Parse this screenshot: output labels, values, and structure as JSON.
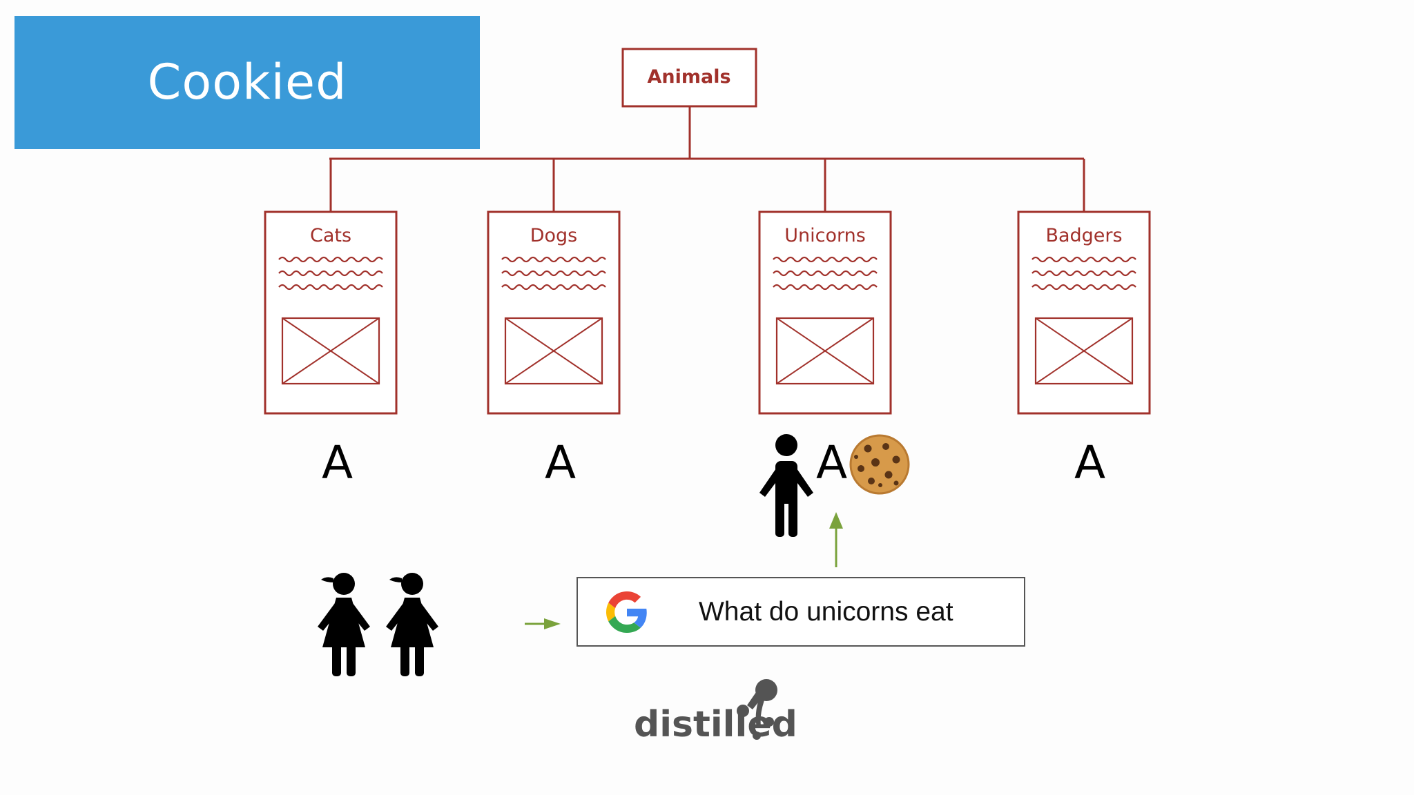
{
  "title": "Cookied",
  "tree": {
    "root": "Animals",
    "children": [
      {
        "label": "Cats",
        "annotation": "A"
      },
      {
        "label": "Dogs",
        "annotation": "A"
      },
      {
        "label": "Unicorns",
        "annotation": "A"
      },
      {
        "label": "Badgers",
        "annotation": "A"
      }
    ]
  },
  "search": {
    "engine_icon": "google-g-icon",
    "query": "What do unicorns eat"
  },
  "icons": {
    "visitors": "girl-icon",
    "visitor_on_page": "person-icon",
    "cookie": "cookie-icon",
    "arrows": "green-arrow-icon"
  },
  "branding": {
    "logo_text": "distilled"
  },
  "colors": {
    "banner": "#3a9ad8",
    "tree": "#a1312b",
    "arrow": "#7aa23c",
    "search_border": "#555555",
    "brand": "#545454"
  }
}
